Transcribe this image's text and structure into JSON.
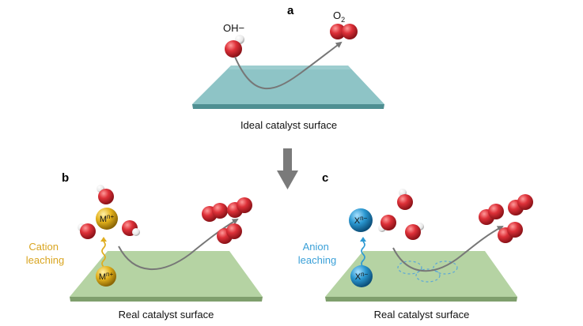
{
  "panels": {
    "a": {
      "letter": "a",
      "reactant": "OH−",
      "product_main": "O",
      "product_sub": "2",
      "surface_label": "Ideal catalyst surface"
    },
    "b": {
      "letter": "b",
      "ion_main": "M",
      "ion_charge": "n+",
      "leaching_line1": "Cation",
      "leaching_line2": "leaching",
      "surface_label": "Real catalyst surface"
    },
    "c": {
      "letter": "c",
      "ion_main": "X",
      "ion_charge": "n−",
      "leaching_line1": "Anion",
      "leaching_line2": "leaching",
      "surface_label": "Real catalyst surface"
    }
  },
  "colors": {
    "ideal_surface": "#8ec4c6",
    "real_surface": "#b5d3a3",
    "oxygen": "#d8313a",
    "hydrogen": "#f2f2f2",
    "cation": "#e2b21f",
    "cation_label": "#d9a520",
    "anion": "#2d9ad3",
    "anion_label": "#3aa0d8",
    "big_arrow": "#7a7a7a",
    "path_arrow": "#777777"
  },
  "icons": {
    "transition_arrow": "down-arrow-icon",
    "molecules": "oxygen-molecule-icon"
  }
}
